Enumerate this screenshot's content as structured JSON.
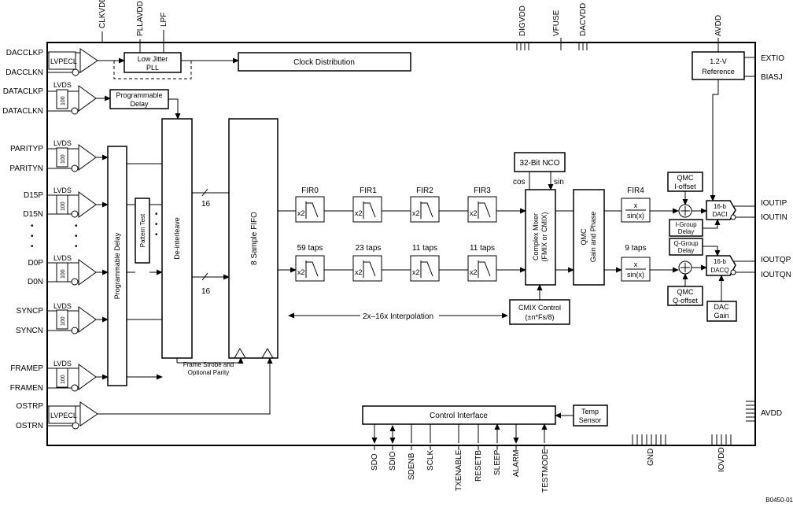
{
  "ext_pins_left": [
    "DACCLKP",
    "DACCLKN",
    "DATACLKP",
    "DATACLKN",
    "PARITYP",
    "PARITYN",
    "D15P",
    "D15N",
    "D0P",
    "D0N",
    "SYNCP",
    "SYNCN",
    "FRAMEP",
    "FRAMEN",
    "OSTRP",
    "OSTRN"
  ],
  "ext_pins_top": [
    "CLKVDD",
    "PLLAVDD",
    "LPF",
    "DIGVDD",
    "VFUSE",
    "DACVDD",
    "AVDD"
  ],
  "ext_pins_right": [
    "EXTIO",
    "BIASJ",
    "IOUTIP",
    "IOUTIN",
    "IOUTQP",
    "IOUTQN",
    "AVDD"
  ],
  "ext_pins_bottom": [
    "SDO",
    "SDIO",
    "SDENB",
    "SCLK",
    "TXENABLE",
    "RESETB",
    "SLEEP",
    "ALARM",
    "TESTMODE",
    "GND",
    "IOVDD"
  ],
  "receivers": [
    "LVPECL",
    "LVDS",
    "LVDS",
    "LVDS",
    "LVDS",
    "LVDS",
    "LVDS",
    "LVPECL"
  ],
  "termination": "100",
  "blocks": {
    "pll_line1": "Low Jitter",
    "pll_line2": "PLL",
    "clock_dist": "Clock Distribution",
    "ref_line1": "1.2-V",
    "ref_line2": "Reference",
    "prog_delay_line1": "Programmable",
    "prog_delay_line2": "Delay",
    "prog_delay_vertical": "Programmable Delay",
    "pattern_test": "Pattern Test",
    "deinterleave": "De-interleave",
    "fifo": "8 Sample FIFO",
    "nco": "32-Bit NCO",
    "mixer_line1": "Complex Mixer",
    "mixer_line2": "(FMIX or CMIX)",
    "qmc_line1": "QMC",
    "qmc_line2": "Gain and Phase",
    "cmix_line1": "CMIX Control",
    "cmix_line2": "(±n*Fs/8)",
    "control_interface": "Control Interface",
    "temp_line1": "Temp",
    "temp_line2": "Sensor",
    "qmc_i_line1": "QMC",
    "qmc_i_line2": "I-offset",
    "qmc_q_line1": "QMC",
    "qmc_q_line2": "Q-offset",
    "i_group_line1": "I-Group",
    "i_group_line2": "Delay",
    "q_group_line1": "Q-Group",
    "q_group_line2": "Delay",
    "daci_line1": "16-b",
    "daci_line2": "DACI",
    "dacq_line1": "16-b",
    "dacq_line2": "DACQ",
    "dac_gain_line1": "DAC",
    "dac_gain_line2": "Gain",
    "frame_strobe_line1": "Frame Strobe and",
    "frame_strobe_line2": "Optional Parity"
  },
  "filters": {
    "names": [
      "FIR0",
      "FIR1",
      "FIR2",
      "FIR3"
    ],
    "taps": [
      "59 taps",
      "23 taps",
      "11 taps",
      "11 taps"
    ],
    "interp": "x2",
    "fir4_name": "FIR4",
    "fir4_taps": "9 taps",
    "sinc_num": "x",
    "sinc_den": "sin(x)"
  },
  "labels": {
    "bus_width": "16",
    "cos": "cos",
    "sin": "sin",
    "interpolation": "2x–16x Interpolation",
    "dots": "•",
    "figure_id": "B0450-01"
  }
}
